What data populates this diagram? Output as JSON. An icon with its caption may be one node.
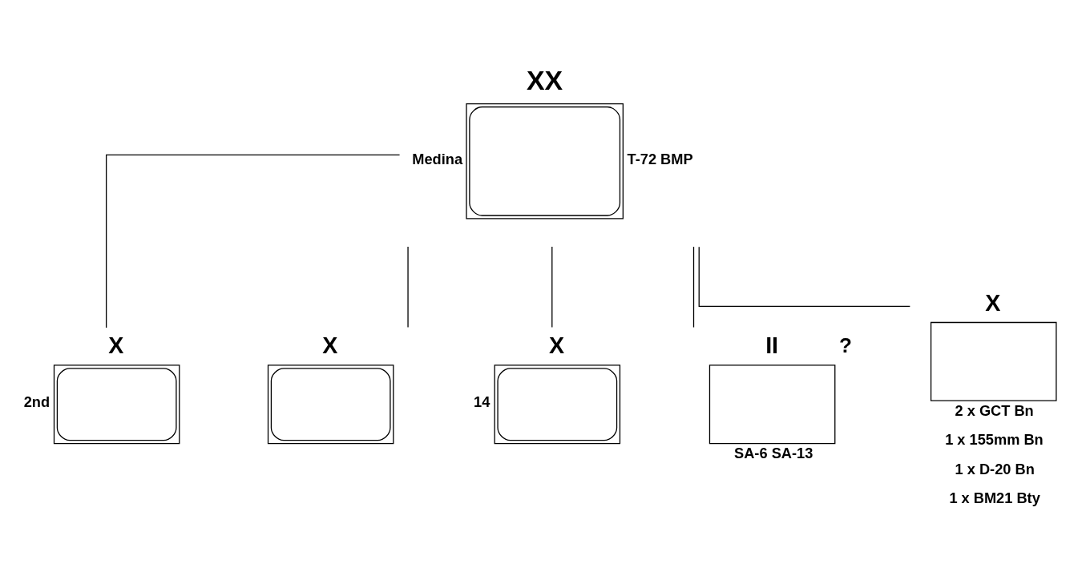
{
  "diagram": {
    "nodes": [
      {
        "text": [
          "XX"
        ],
        "beside": [
          "Medina",
          "T-72 BMP"
        ]
      },
      {
        "text": [
          "X"
        ],
        "beside": [
          "2nd"
        ]
      },
      {
        "text": [
          "X"
        ]
      },
      {
        "text": [
          "X"
        ],
        "beside": [
          "14"
        ]
      },
      {
        "text": [
          "II"
        ],
        "beside": [
          "?",
          "SA-6 SA-13"
        ]
      },
      {
        "text": [
          "X"
        ],
        "beside": [
          "2 x GCT Bn",
          "1 x 155mm Bn",
          "1 x D-20 Bn",
          "1 x BM21 Bty"
        ]
      }
    ],
    "edges": [
      {
        "from": 0,
        "to": 1,
        "arrow": "none"
      },
      {
        "from": 0,
        "to": 2,
        "arrow": "none"
      },
      {
        "from": 0,
        "to": 3,
        "arrow": "none"
      },
      {
        "from": 0,
        "to": 4,
        "arrow": "none"
      },
      {
        "from": 0,
        "to": 5,
        "arrow": "none"
      }
    ]
  }
}
